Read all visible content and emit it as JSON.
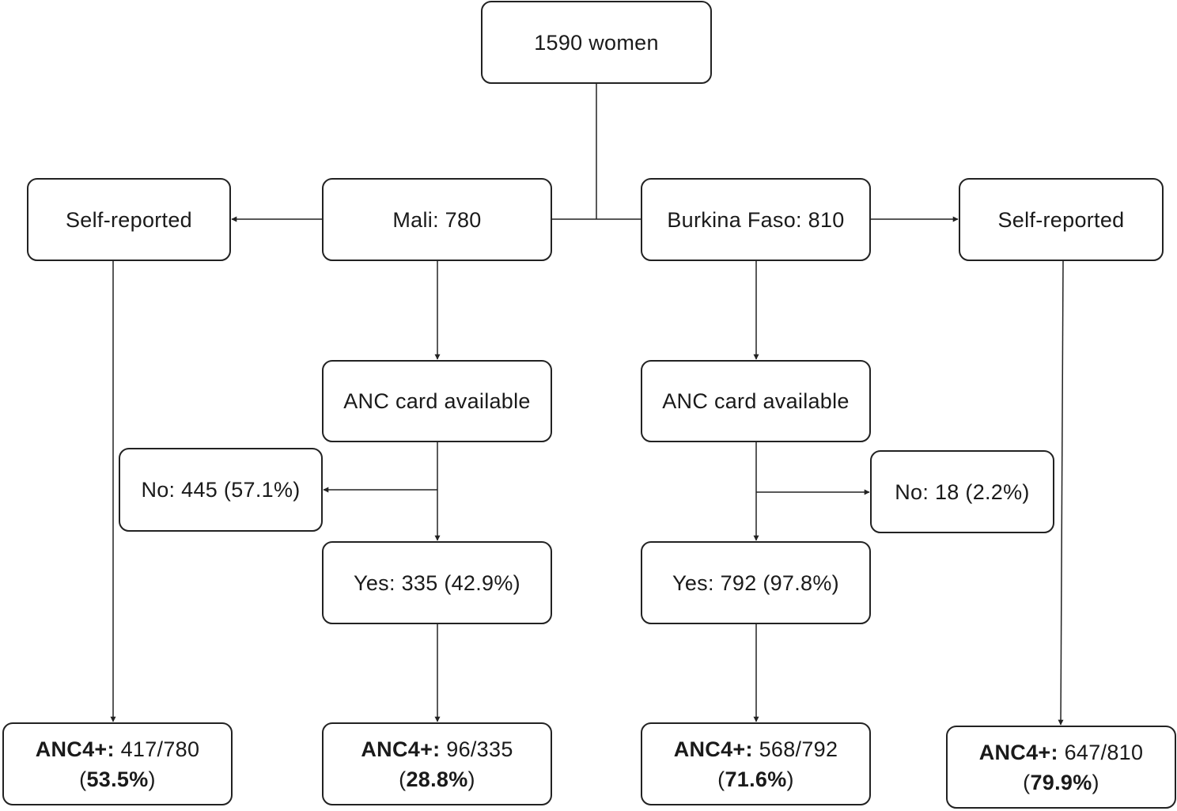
{
  "nodes": {
    "total": "1590 women",
    "mali": "Mali: 780",
    "burkina": "Burkina Faso: 810",
    "mali_self": "Self-reported",
    "burkina_self": "Self-reported",
    "mali_anc_card": "ANC card available",
    "burkina_anc_card": "ANC card available",
    "mali_no": "No: 445 (57.1%)",
    "burkina_no": "No: 18 (2.2%)",
    "mali_yes": "Yes: 335 (42.9%)",
    "burkina_yes": "Yes: 792 (97.8%)"
  },
  "results": {
    "label": "ANC4+:",
    "mali_self": {
      "fraction": "417/780",
      "percent": "53.5%"
    },
    "mali_card": {
      "fraction": "96/335",
      "percent": "28.8%"
    },
    "burkina_card": {
      "fraction": "568/792",
      "percent": "71.6%"
    },
    "burkina_self": {
      "fraction": "647/810",
      "percent": "79.9%"
    }
  }
}
